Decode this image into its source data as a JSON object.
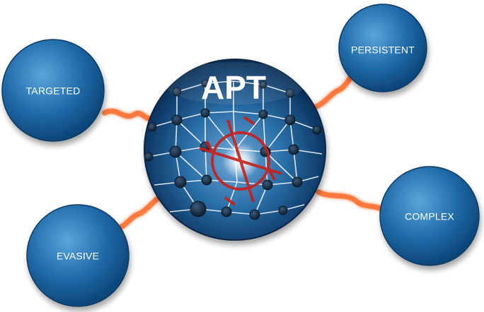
{
  "center": {
    "title": "APT"
  },
  "nodes": [
    {
      "id": "targeted",
      "label": "TARGETED"
    },
    {
      "id": "persistent",
      "label": "PERSISTENT"
    },
    {
      "id": "complex",
      "label": "COMPLEX"
    },
    {
      "id": "evasive",
      "label": "EVASIVE"
    }
  ],
  "colors": {
    "bubble_light": "#3d8ac4",
    "bubble_dark": "#0d4f86",
    "connector": "#e8481a",
    "connector_glow": "#ff8a3a",
    "crosshair": "#c8201a",
    "network_lines": "#ffffff"
  }
}
